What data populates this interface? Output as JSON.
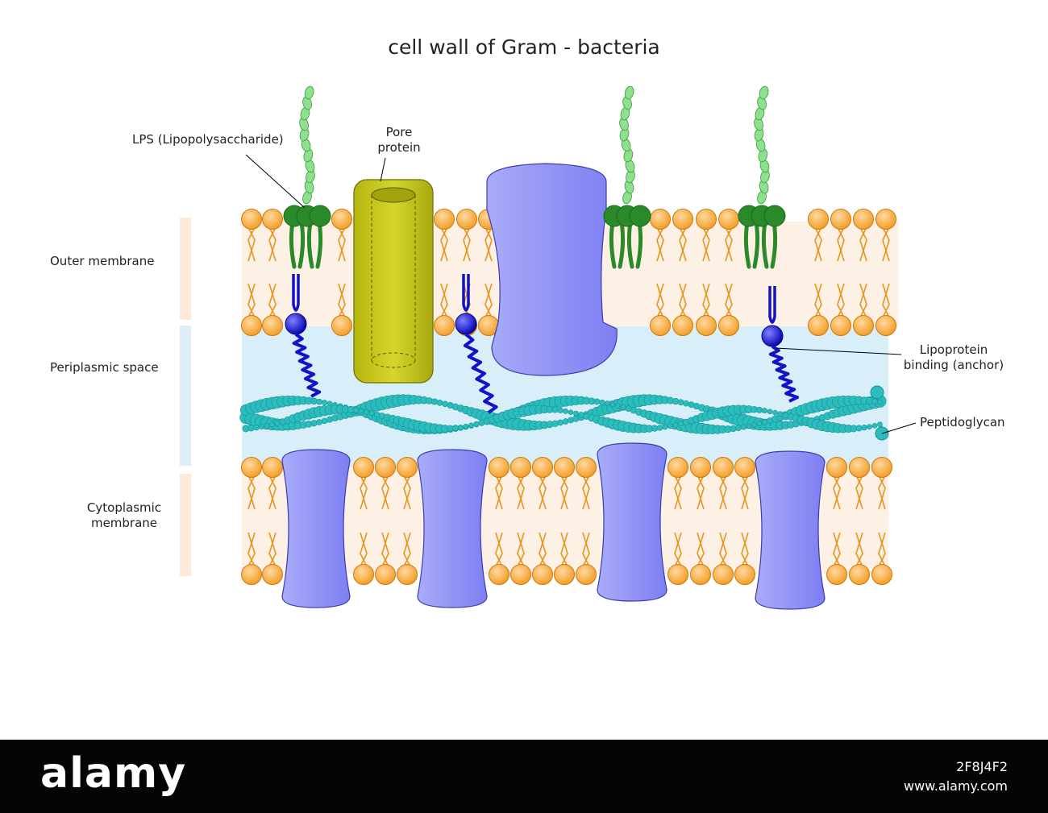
{
  "title": "cell wall of Gram - bacteria",
  "labels": {
    "lps": "LPS (Lipopolysaccharide)",
    "pore_line1": "Pore",
    "pore_line2": "protein",
    "outer_membrane": "Outer membrane",
    "periplasmic_space": "Periplasmic space",
    "cytoplasmic_line1": "Cytoplasmic",
    "cytoplasmic_line2": "membrane",
    "lipoprotein_line1": "Lipoprotein",
    "lipoprotein_line2": "binding (anchor)",
    "peptidoglycan": "Peptidoglycan"
  },
  "watermark": {
    "brand": "alamy",
    "image_id": "2F8J4F2",
    "site": "www.alamy.com"
  },
  "colors": {
    "lipid_head": "#f5a62a",
    "lipid_tail": "#e8951e",
    "protein": "#8a8cf5",
    "pore": "#c2c21a",
    "lps_core": "#2a8a2a",
    "lps_chain": "#8ee08e",
    "anchor": "#1212c8",
    "peptidoglycan": "#2bbdbd",
    "periplasm": "#d8eef8",
    "side_outer": "#fde9d8",
    "side_peri": "#ddeef8"
  }
}
